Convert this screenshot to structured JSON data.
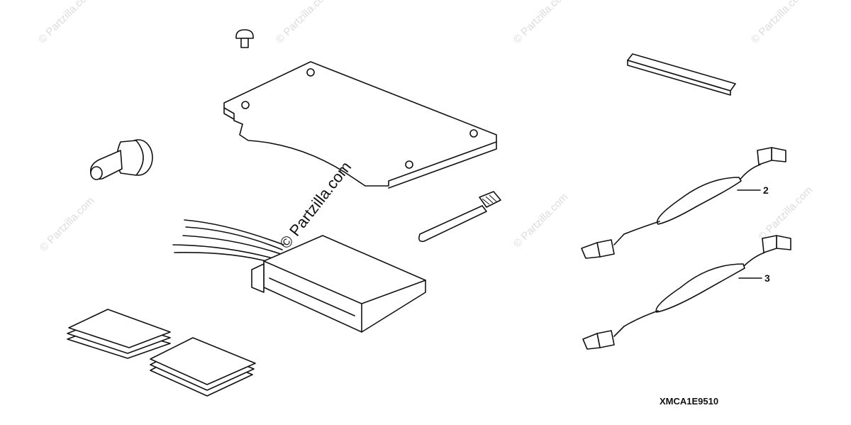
{
  "watermarks": {
    "text": "© Partzilla.com",
    "center_text": "© Partzilla.com"
  },
  "callouts": {
    "part_2": "2",
    "part_3": "3"
  },
  "diagram_code": "XMCA1E9510"
}
